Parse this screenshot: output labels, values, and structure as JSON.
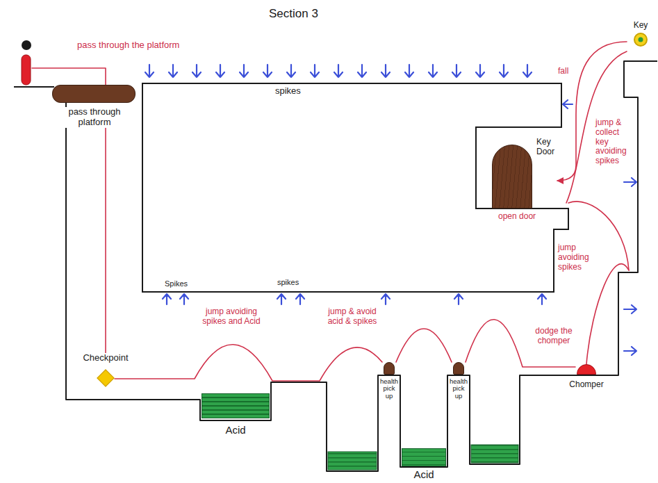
{
  "diagram": {
    "title": "Section 3",
    "nodes": [
      {
        "text": [
          "pass through platform"
        ]
      },
      {
        "text": [
          "Key"
        ]
      },
      {
        "text": [
          "Key Door"
        ]
      },
      {
        "text": [
          "health pick up"
        ]
      },
      {
        "text": [
          "health pick up"
        ]
      },
      {
        "text": [
          "Checkpoint"
        ]
      },
      {
        "text": [
          "Chomper"
        ]
      },
      {
        "text": [
          "Acid"
        ]
      },
      {
        "text": [
          "Acid"
        ]
      }
    ],
    "edges": [
      {
        "from": 0,
        "to": 5,
        "arrow": "none"
      },
      {
        "from": 1,
        "to": 2,
        "label": "fall",
        "arrow": "to"
      }
    ],
    "labels": [
      "pass through the platform",
      "spikes",
      "open door",
      "jump & collect key avoiding spikes",
      "jump avoiding spikes",
      "Spikes",
      "spikes",
      "jump avoiding spikes and Acid",
      "jump & avoid acid & spikes",
      "dodge the chomper"
    ]
  }
}
